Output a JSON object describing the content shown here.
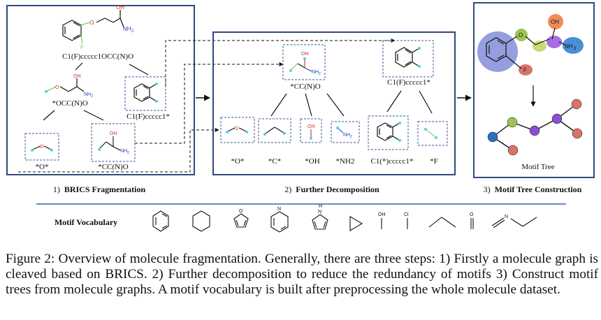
{
  "panel1": {
    "smiles_root": "C1(F)ccccc1OCC(N)O",
    "smiles_left": "*OCC(N)O",
    "smiles_right": "C1(F)ccccc1*",
    "frag_o": "*O*",
    "frag_ccno": "*CC(N)O",
    "title_num": "1)",
    "title_bold": "BRICS Fragmentation"
  },
  "panel2": {
    "smiles_top_left": "*CC(N)O",
    "smiles_top_right": "C1(F)ccccc1*",
    "frags": [
      "*O*",
      "*C*",
      "*OH",
      "*NH2",
      "C1(*)ccccc1*",
      "*F"
    ],
    "title_num": "2)",
    "title_bold": "Further Decomposition"
  },
  "panel3": {
    "tree_label": "Motif  Tree",
    "title_num": "3)",
    "title_bold": "Motif Tree Construction"
  },
  "atoms": {
    "oh": "OH",
    "nh2": "NH",
    "sub2": "2",
    "f": "F",
    "o": "O",
    "n": "N",
    "h": "H",
    "cl": "Cl",
    "nh3": "NH",
    "sub3": "3"
  },
  "vocab": {
    "label": "Motif Vocabulary"
  },
  "caption": "Figure 2: Overview of molecule fragmentation. Generally, there are three steps: 1) Firstly a molecule graph is cleaved based on BRICS. 2) Further decomposition to reduce the redundancy of motifs 3) Construct motif trees from molecule graphs. A motif vocabulary is built after preprocessing the whole molecule dataset.",
  "colors": {
    "frame": "#2e4a7d",
    "dash": "#3a5a9a",
    "cyan": "#4fd3ee",
    "green": "#79c85f",
    "red": "#d62b2b",
    "blue_node": "#2c6fbd",
    "olive": "#9cc455",
    "purple": "#8a4fd0",
    "salmon": "#d8726a",
    "orange": "#f08b5e",
    "teal": "#3f8fbf",
    "ring_highlight": "#7a86d6"
  }
}
